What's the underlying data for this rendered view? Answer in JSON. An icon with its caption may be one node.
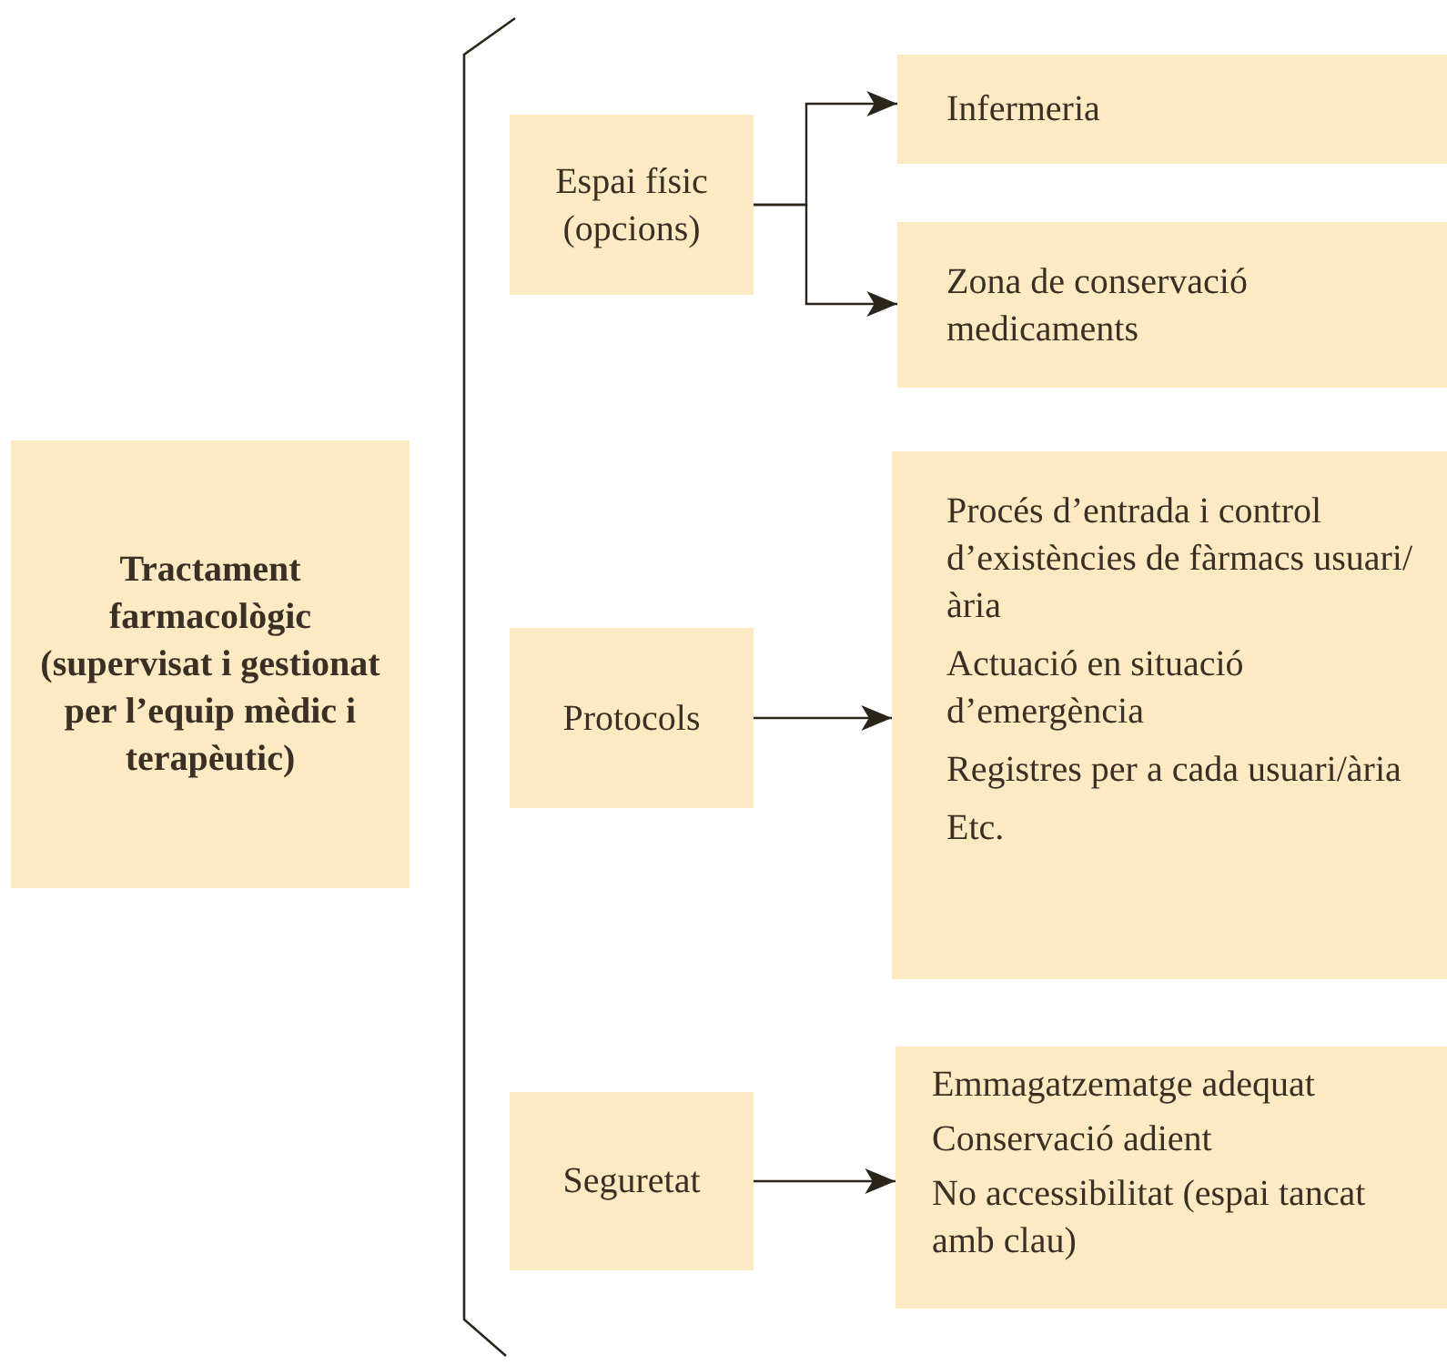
{
  "diagram": {
    "nodes": [
      {
        "text": [
          "Tractament farmacològic (supervisat i gestionat per l’equip mèdic i terapèutic)"
        ]
      },
      {
        "text": [
          "Espai físic (opcions)"
        ]
      },
      {
        "text": [
          "Infermeria"
        ]
      },
      {
        "text": [
          "Zona de conservació medicaments"
        ]
      },
      {
        "text": [
          "Protocols"
        ]
      },
      {
        "text": [
          "Procés d’entrada i control d’existències de fàrmacs usuari/ària",
          "Actuació en situació d’emergència",
          "Registres per a cada usuari/ària",
          "Etc."
        ]
      },
      {
        "text": [
          "Seguretat"
        ]
      },
      {
        "text": [
          "Emmagatzematge adequat",
          "Conservació adient",
          "No accessibilitat (espai tancat amb clau)"
        ]
      }
    ],
    "edges": [
      {
        "from": 1,
        "to": 2,
        "arrow": "to"
      },
      {
        "from": 1,
        "to": 3,
        "arrow": "to"
      },
      {
        "from": 4,
        "to": 5,
        "arrow": "to"
      },
      {
        "from": 6,
        "to": 7,
        "arrow": "to"
      }
    ]
  }
}
